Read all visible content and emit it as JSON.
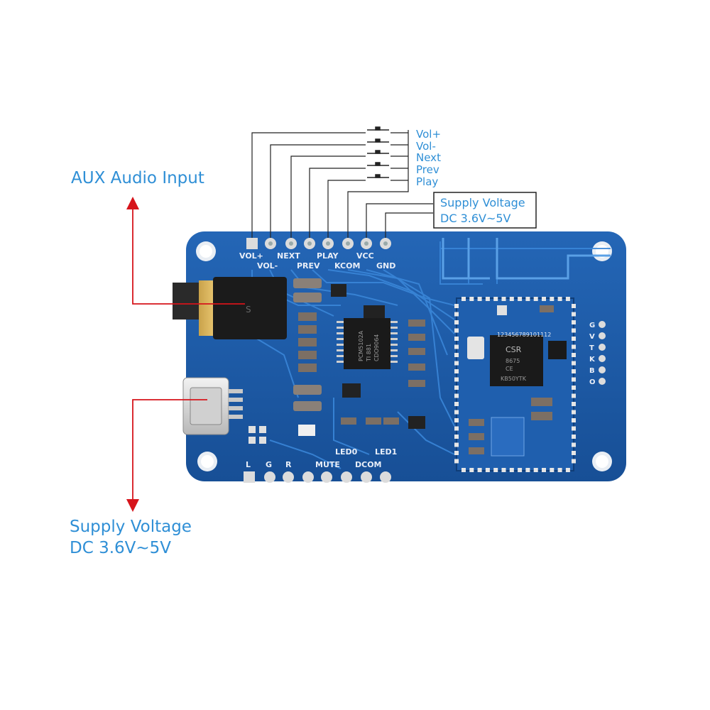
{
  "callouts": {
    "aux_input": "AUX Audio Input",
    "usb_supply_line1": "Supply Voltage",
    "usb_supply_line2": "DC 3.6V~5V",
    "header_supply_line1": "Supply Voltage",
    "header_supply_line2": "DC 3.6V~5V"
  },
  "button_labels": [
    "Vol+",
    "Vol-",
    "Next",
    "Prev",
    "Play"
  ],
  "top_pins_upper": [
    "VOL+",
    "NEXT",
    "PLAY",
    "VCC"
  ],
  "top_pins_lower": [
    "VOL-",
    "PREV",
    "KCOM",
    "GND"
  ],
  "bottom_pins": [
    "L",
    "G",
    "R",
    "MUTE",
    "DCOM"
  ],
  "led_labels": [
    "LED0",
    "LED1"
  ],
  "side_pins": [
    "G",
    "V",
    "T",
    "K",
    "B",
    "O"
  ],
  "chip_texts": {
    "dac_line1": "PCM5102A",
    "dac_line2": "TI 881",
    "dac_line3": "CDO9064",
    "module_brand": "CSR",
    "module_line2": "8675",
    "module_line3": "CE",
    "module_line4": "KB50YTK",
    "module_pin_numbers": "123456789101112"
  },
  "colors": {
    "callout_text": "#2f8fd6",
    "arrow": "#d6141b",
    "pcb": "#1d5fae",
    "pcb_trace": "#3a86d8",
    "pad": "#d9d9d9",
    "silkscreen": "#e8eef8"
  }
}
